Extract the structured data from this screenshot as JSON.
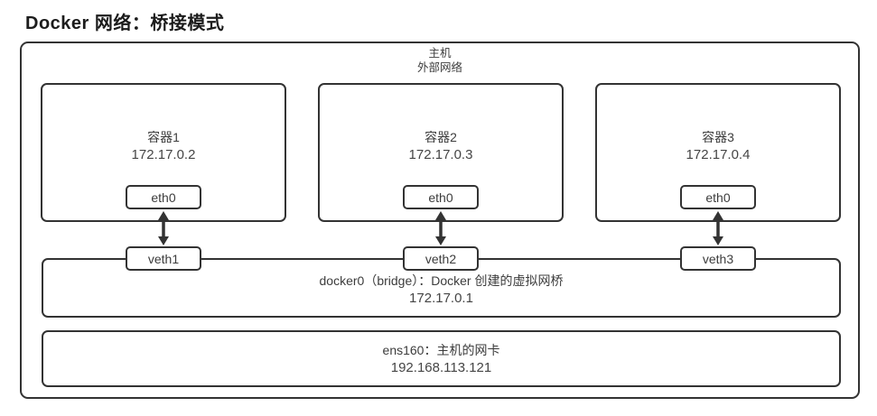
{
  "title": "Docker 网络：桥接模式",
  "host": {
    "label_line1": "主机",
    "label_line2": "外部网络"
  },
  "containers": [
    {
      "name": "容器1",
      "ip": "172.17.0.2",
      "port": "eth0",
      "veth": "veth1"
    },
    {
      "name": "容器2",
      "ip": "172.17.0.3",
      "port": "eth0",
      "veth": "veth2"
    },
    {
      "name": "容器3",
      "ip": "172.17.0.4",
      "port": "eth0",
      "veth": "veth3"
    }
  ],
  "bridge": {
    "label": "docker0（bridge）：Docker 创建的虚拟网桥",
    "ip": "172.17.0.1"
  },
  "nic": {
    "label": "ens160：主机的网卡",
    "ip": "192.168.113.121"
  },
  "colors": {
    "line": "#333333",
    "text": "#3c3c3c",
    "background": "#ffffff"
  }
}
